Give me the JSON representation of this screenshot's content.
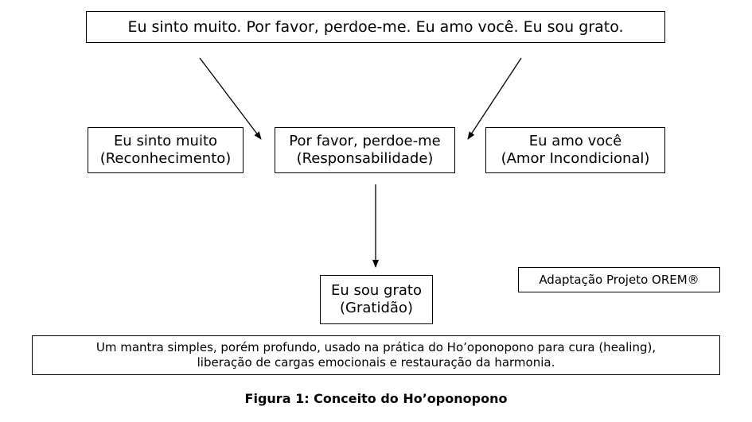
{
  "mantra": "Eu sinto muito. Por favor, perdoe-me. Eu amo você. Eu sou grato.",
  "nodes": {
    "sorry": {
      "title": "Eu sinto muito",
      "subtitle": "(Reconhecimento)"
    },
    "forgive": {
      "title": "Por favor, perdoe-me",
      "subtitle": "(Responsabilidade)"
    },
    "love": {
      "title": "Eu amo você",
      "subtitle": "(Amor Incondicional)"
    },
    "grateful": {
      "title": "Eu sou grato",
      "subtitle": "(Gratidão)"
    }
  },
  "credit": "Adaptação Projeto OREM®",
  "description": {
    "line1": "Um mantra simples, porém profundo, usado na prática do Ho’oponopono para cura (healing),",
    "line2": "liberação de cargas emocionais e restauração da harmonia."
  },
  "caption": "Figura 1: Conceito do Ho’oponopono"
}
